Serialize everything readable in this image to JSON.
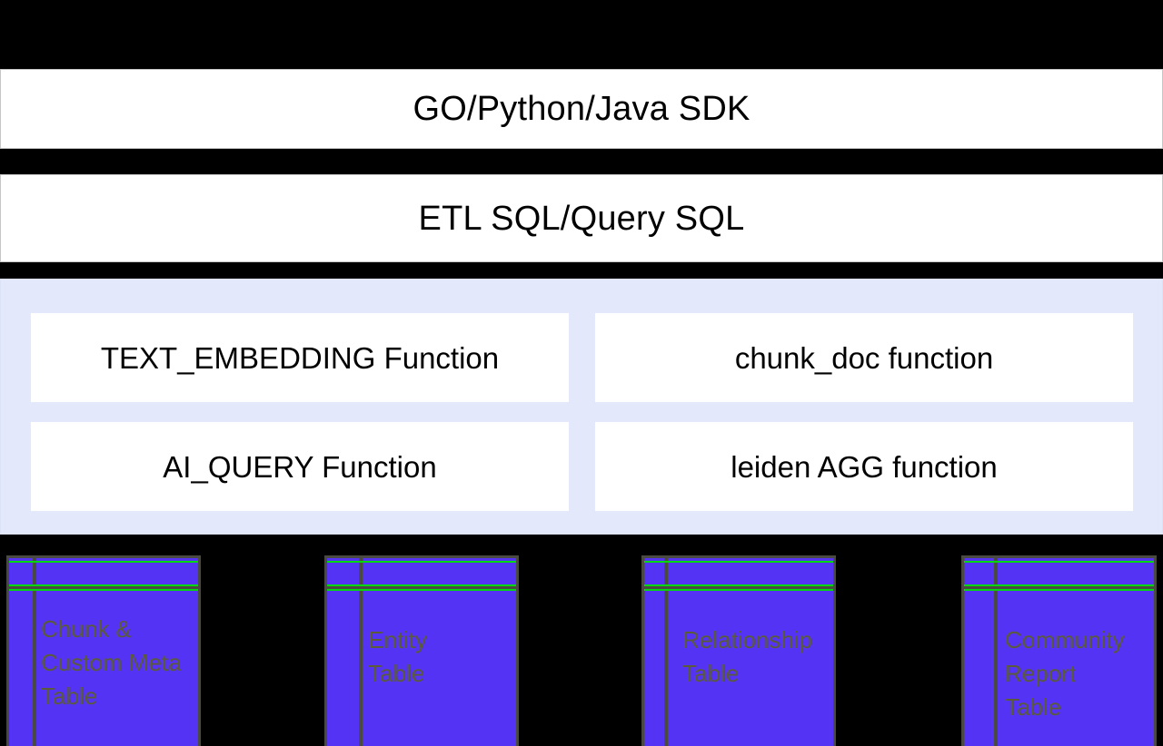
{
  "diagram": {
    "background_color": "#000000",
    "layers": [
      {
        "id": "sdk",
        "label": "GO/Python/Java SDK"
      },
      {
        "id": "etl",
        "label": "ETL SQL/Query SQL"
      }
    ],
    "function_panel": {
      "background_color": "#E3E9FB",
      "functions": [
        {
          "id": "text-embedding",
          "label": "TEXT_EMBEDDING Function"
        },
        {
          "id": "chunk-doc",
          "label": "chunk_doc function"
        },
        {
          "id": "ai-query",
          "label": "AI_QUERY Function"
        },
        {
          "id": "leiden-agg",
          "label": "leiden AGG function"
        }
      ]
    },
    "storage": {
      "fill_color": "#5533F5",
      "rule_color": "#00D90B",
      "border_color": "#4A4A42",
      "text_color": "#5B5B3B",
      "tables": [
        {
          "id": "chunk",
          "label": "Chunk &\nCustom Meta\nTable"
        },
        {
          "id": "entity",
          "label": "Entity\nTable"
        },
        {
          "id": "relationship",
          "label": "Relationship\nTable"
        },
        {
          "id": "community",
          "label": "Community\nReport\nTable"
        }
      ]
    }
  }
}
